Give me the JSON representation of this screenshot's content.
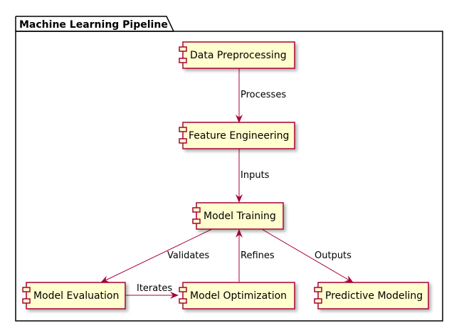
{
  "package": {
    "title": "Machine Learning Pipeline"
  },
  "components": {
    "data_preprocessing": "Data Preprocessing",
    "feature_engineering": "Feature Engineering",
    "model_training": "Model Training",
    "model_evaluation": "Model Evaluation",
    "model_optimization": "Model Optimization",
    "predictive_modeling": "Predictive Modeling"
  },
  "edges": {
    "processes": "Processes",
    "inputs": "Inputs",
    "validates": "Validates",
    "refines": "Refines",
    "outputs": "Outputs",
    "iterates": "Iterates"
  },
  "colors": {
    "component_fill": "#FEFECE",
    "component_border": "#A80036",
    "edge": "#A80036",
    "package_border": "#000000"
  }
}
